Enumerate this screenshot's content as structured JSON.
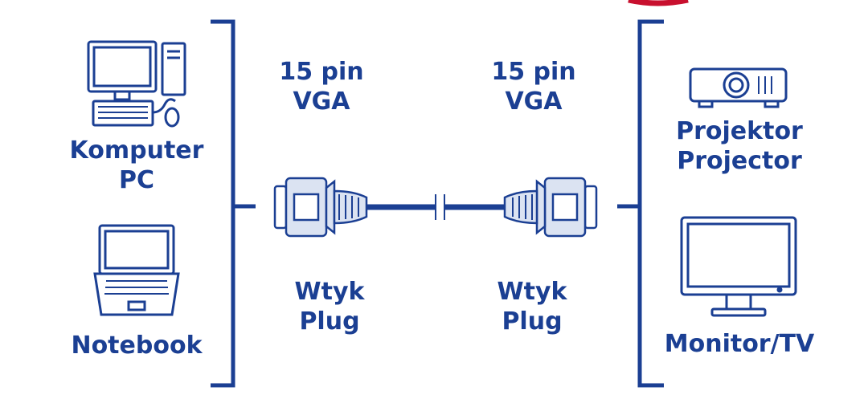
{
  "colors": {
    "primary": "#1b3f93",
    "light": "#dbe3f2",
    "accent": "#c8102e"
  },
  "left": {
    "computer": {
      "line1": "Komputer",
      "line2": "PC"
    },
    "notebook": {
      "label": "Notebook"
    }
  },
  "connector_left": {
    "pins": "15 pin",
    "type": "VGA",
    "wtyk": "Wtyk",
    "plug": "Plug"
  },
  "connector_right": {
    "pins": "15 pin",
    "type": "VGA",
    "wtyk": "Wtyk",
    "plug": "Plug"
  },
  "right": {
    "projector": {
      "line1": "Projektor",
      "line2": "Projector"
    },
    "monitor": {
      "label": "Monitor/TV"
    }
  }
}
